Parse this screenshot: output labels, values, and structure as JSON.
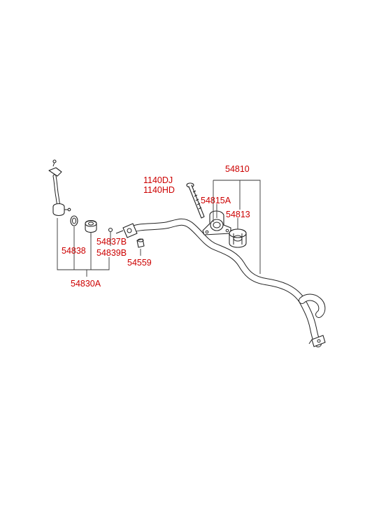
{
  "label_color": "#cc0000",
  "line_color": "#222222",
  "labels": {
    "p54810": "54810",
    "p1140DJ": "1140DJ",
    "p1140HD": "1140HD",
    "p54815A": "54815A",
    "p54813": "54813",
    "p54838": "54838",
    "p54837B": "54837B",
    "p54839B": "54839B",
    "p54559": "54559",
    "p54830A": "54830A"
  }
}
